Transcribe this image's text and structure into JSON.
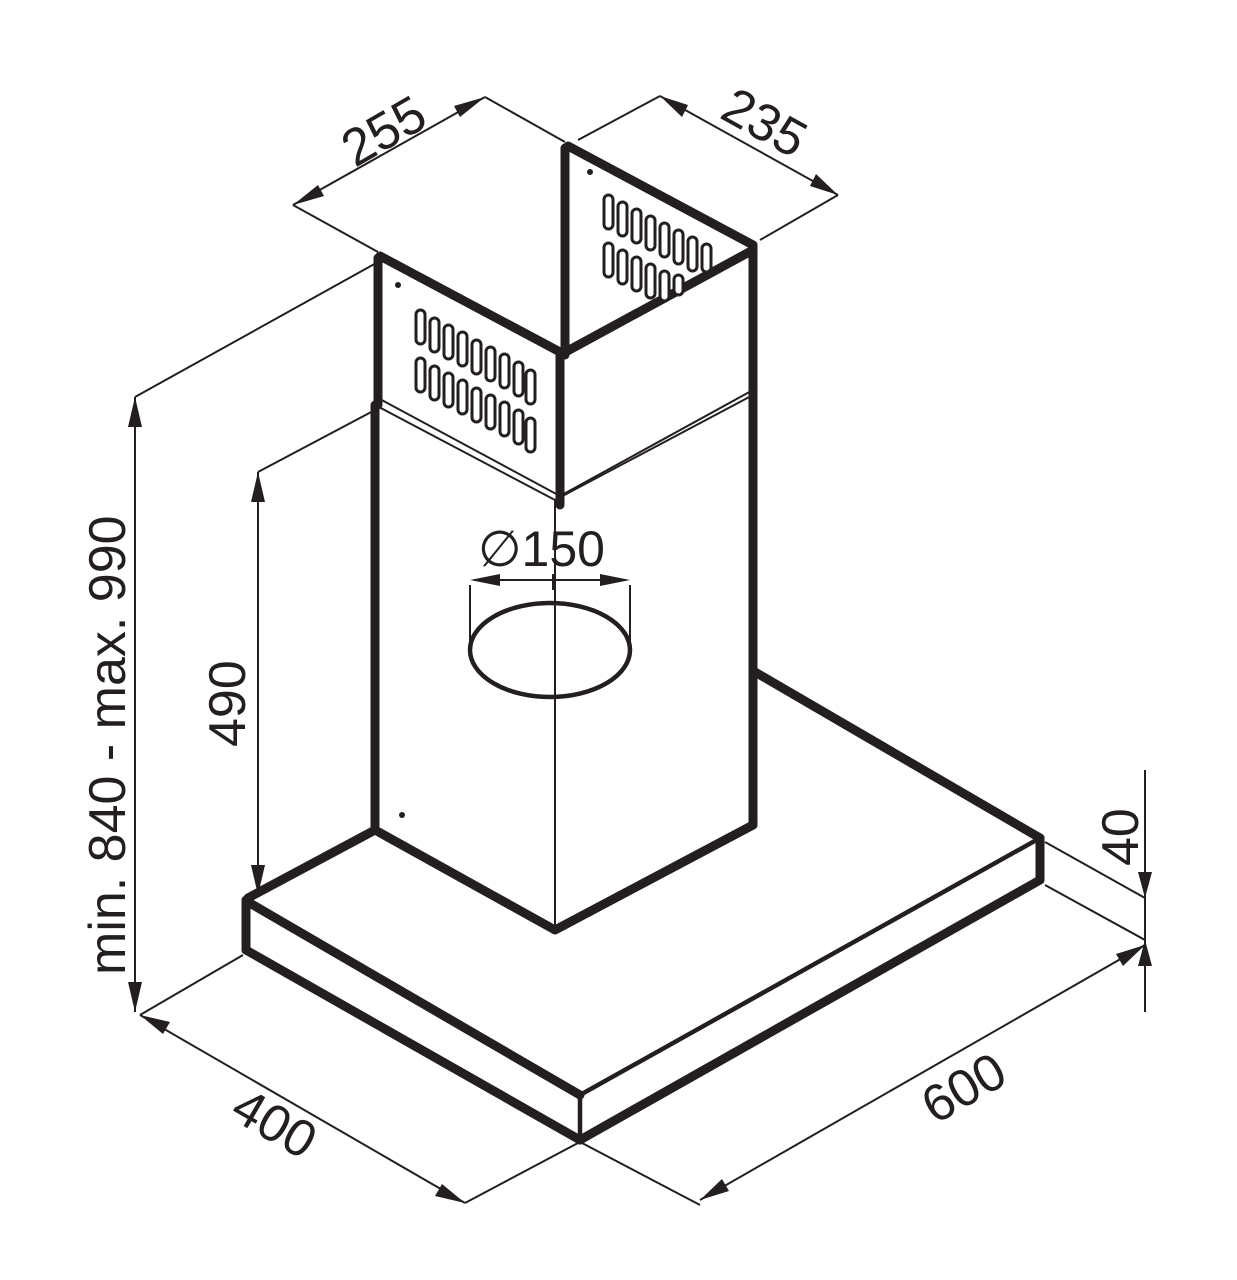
{
  "dimensions": {
    "top_width": "255",
    "top_depth": "235",
    "duct_diameter": "∅150",
    "chimney_height": "490",
    "total_height": "min. 840 - max. 990",
    "canopy_thickness": "40",
    "canopy_depth": "400",
    "canopy_width": "600"
  },
  "colors": {
    "ink": "#231f20",
    "background": "#ffffff"
  }
}
